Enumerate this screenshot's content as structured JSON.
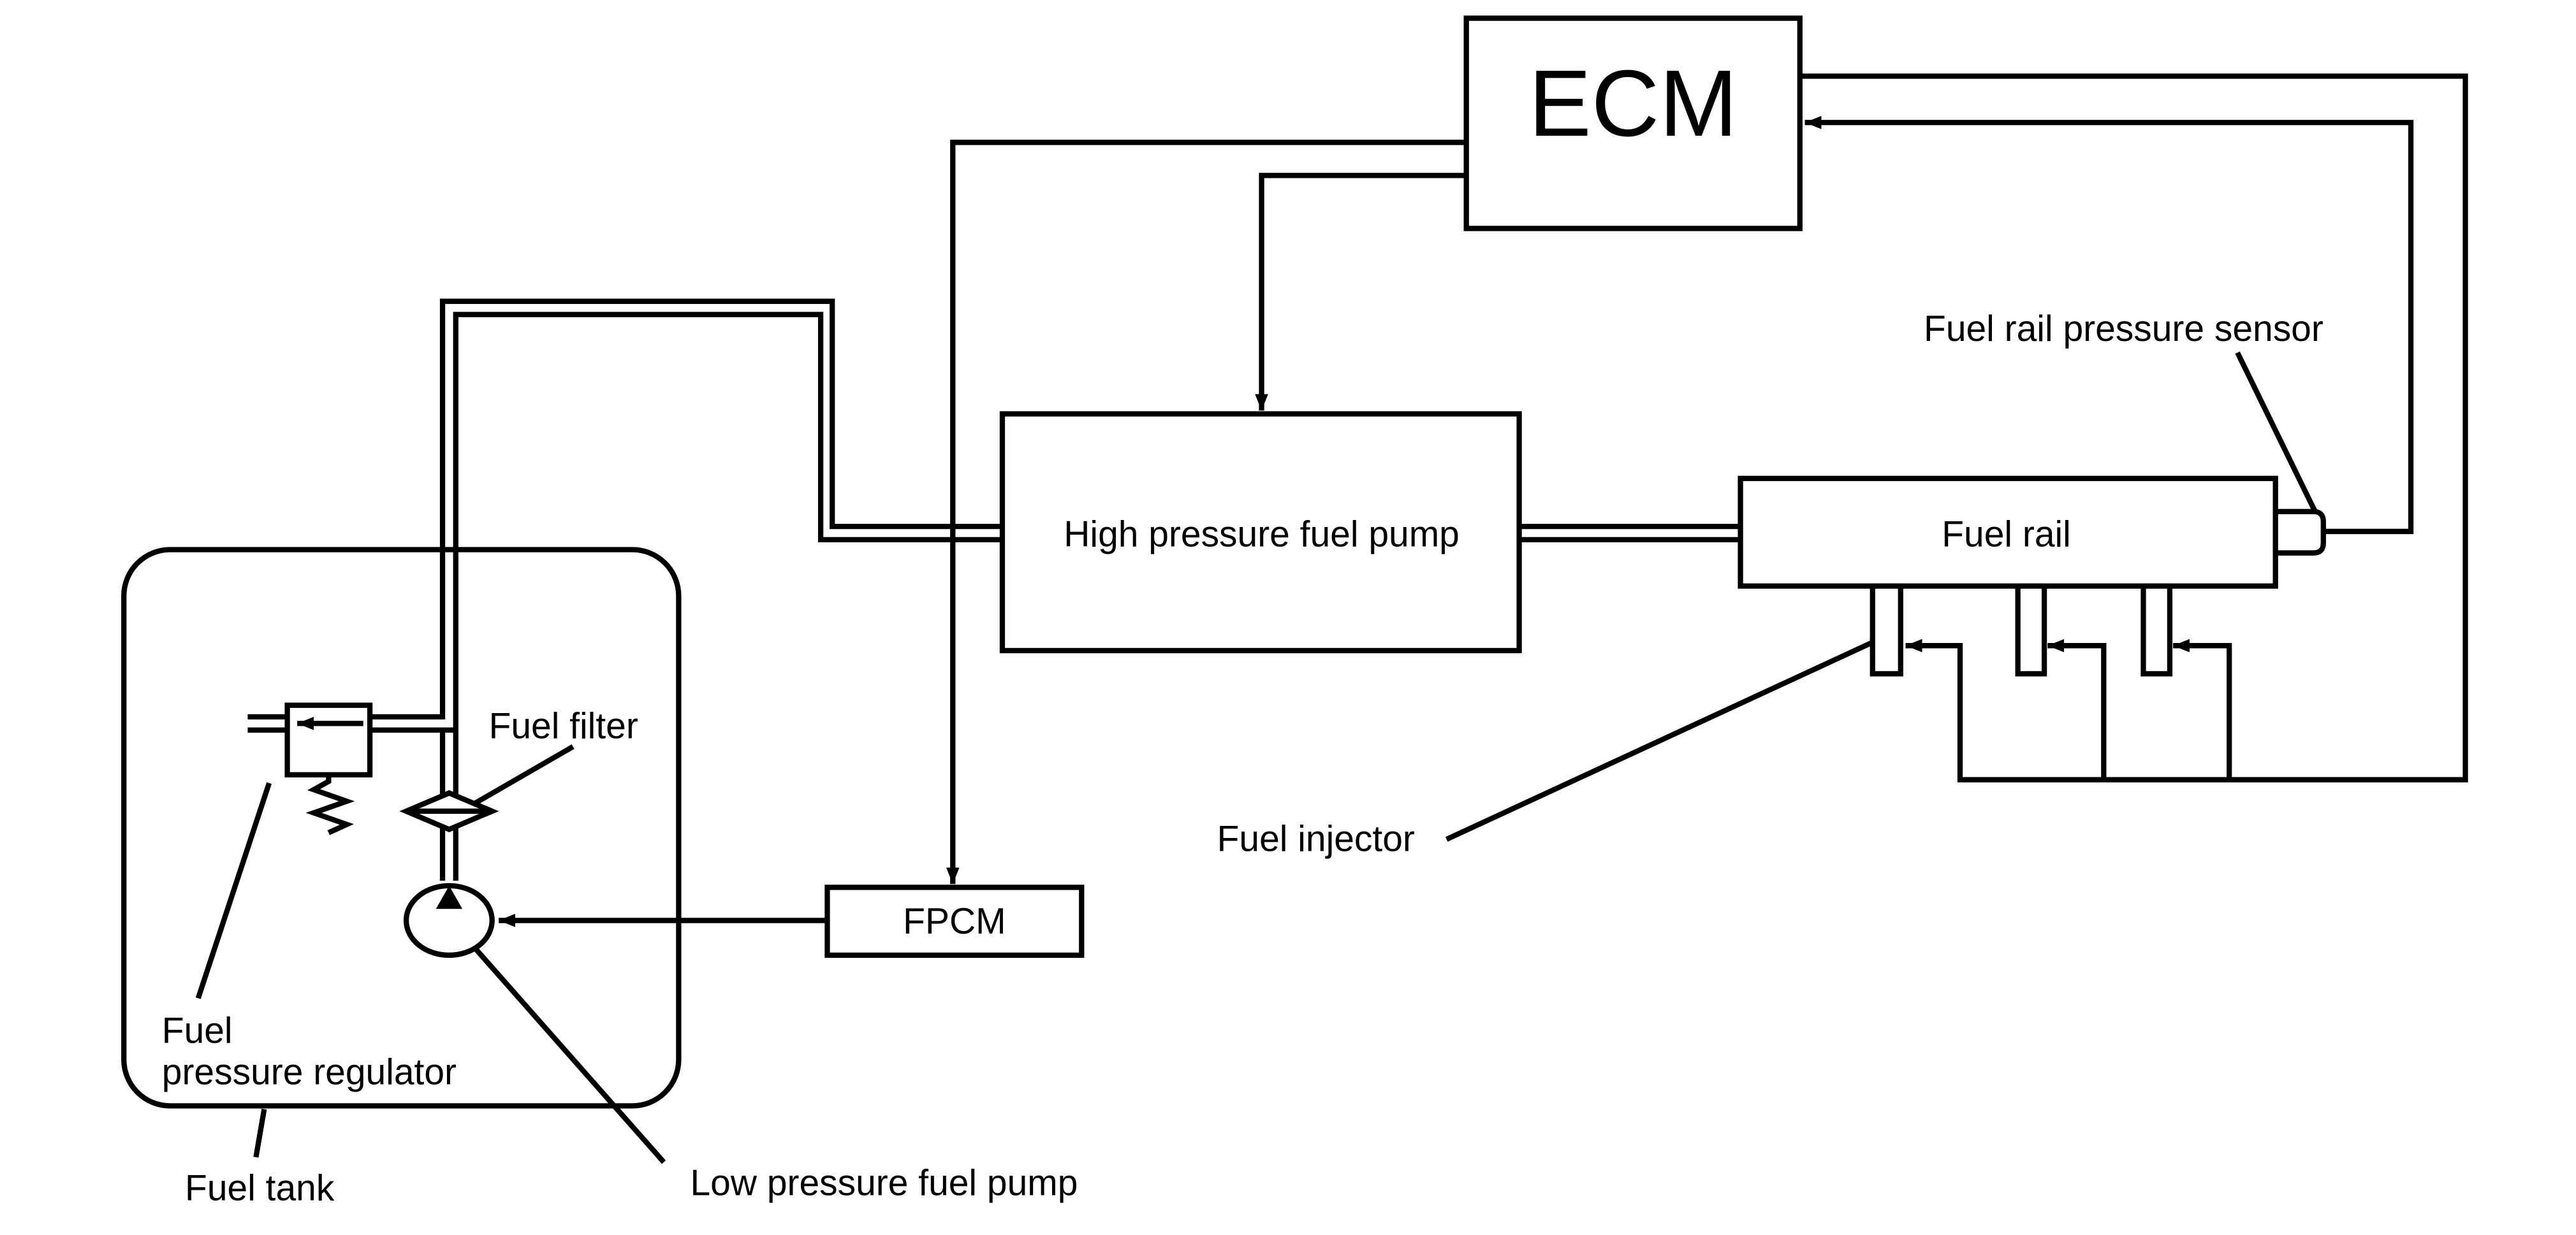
{
  "diagram": {
    "components": {
      "ecm": "ECM",
      "high_pressure_fuel_pump": "High pressure fuel pump",
      "fuel_rail": "Fuel rail",
      "fpcm": "FPCM"
    },
    "callouts": {
      "fuel_rail_pressure_sensor": "Fuel rail pressure sensor",
      "fuel_filter": "Fuel filter",
      "fuel_injector": "Fuel injector",
      "fuel_pressure_regulator_line1": "Fuel",
      "fuel_pressure_regulator_line2": "pressure regulator",
      "fuel_tank": "Fuel tank",
      "low_pressure_fuel_pump": "Low pressure fuel pump"
    },
    "colors": {
      "line": "#000000",
      "background": "#ffffff"
    }
  }
}
